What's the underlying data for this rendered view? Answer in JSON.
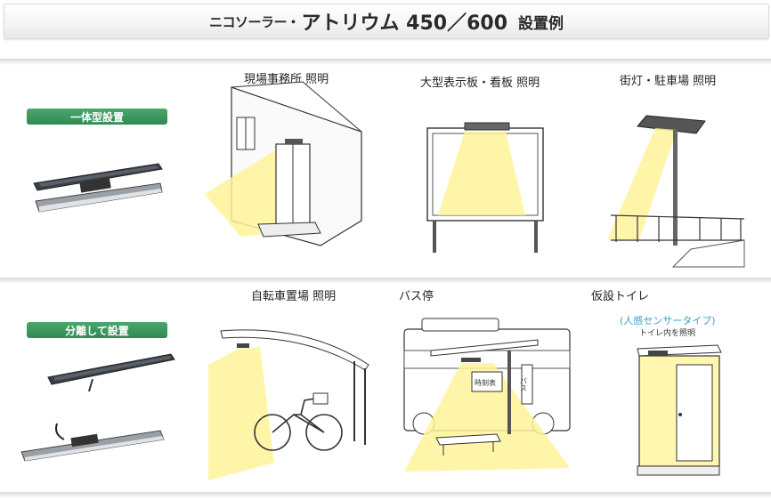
{
  "header": {
    "title_prefix": "ニコソーラー・",
    "title_main": "アトリウム 450／600",
    "title_suffix": "設置例"
  },
  "sections": [
    {
      "badge": "一体型設置",
      "scenes": [
        {
          "label": "現場事務所 照明"
        },
        {
          "label": "大型表示板・看板 照明"
        },
        {
          "label": "街灯・駐車場 照明"
        }
      ]
    },
    {
      "badge": "分離して設置",
      "scenes": [
        {
          "label": "自転車置場 照明"
        },
        {
          "label": "バス停",
          "sign_timetable": "時刻表",
          "sign_bus": "バス"
        },
        {
          "label": "仮設トイレ",
          "note_title": "(人感センサータイプ)",
          "note_sub": "トイレ内を照明"
        }
      ]
    }
  ],
  "colors": {
    "badge_green": "#3a9a5e",
    "light_yellow": "#fff39a",
    "sensor_text": "#3ba0c0"
  }
}
